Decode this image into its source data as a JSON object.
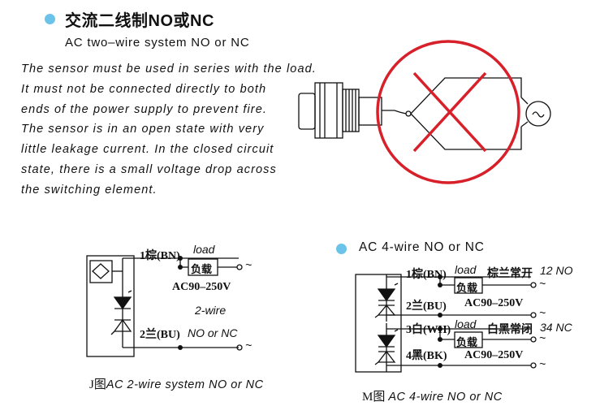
{
  "header": {
    "title": "交流二线制NO或NC",
    "subtitle": "AC two–wire system NO or NC"
  },
  "description": [
    "The sensor must be used in series with the load.",
    "It must not be connected directly to both",
    "ends of the power supply to prevent fire.",
    "The sensor is in an open state with very",
    "little leakage current. In the closed circuit",
    "state, there is a small voltage drop across",
    "the switching element."
  ],
  "warning_diagram": {
    "ac_symbol": "~"
  },
  "diagram_j": {
    "wire1": "1棕(BN)",
    "load_label": "load",
    "load_box": "负载",
    "voltage": "AC90–250V",
    "two_wire": "2-wire",
    "wire2": "2兰(BU)",
    "no_nc": "NO or NC",
    "ac": "~",
    "caption_prefix": "J图",
    "caption_text": "AC 2-wire system NO or NC"
  },
  "diagram_m": {
    "heading": "AC 4-wire NO or NC",
    "wire1": "1棕(BN)",
    "load1": "load",
    "load_box1": "负载",
    "label_no_cn": "棕兰常开",
    "label_no": "12 NO",
    "wire2": "2兰(BU)",
    "voltage1": "AC90–250V",
    "wire3": "3白(WH)",
    "load2": "load",
    "load_box2": "负载",
    "label_nc_cn": "白黑常闭",
    "label_nc": "34 NC",
    "wire4": "4黑(BK)",
    "voltage2": "AC90–250V",
    "ac": "~",
    "caption_prefix": "M图",
    "caption_text": "AC 4-wire NO or NC"
  },
  "colors": {
    "accent_dot": "#6cc3ea",
    "prohibit_red": "#d8202a",
    "line": "#111111"
  },
  "icons": [
    "bullet-dot-icon",
    "prohibited-icon",
    "ac-source-icon",
    "sensor-icon",
    "diode-icon",
    "zener-icon"
  ]
}
